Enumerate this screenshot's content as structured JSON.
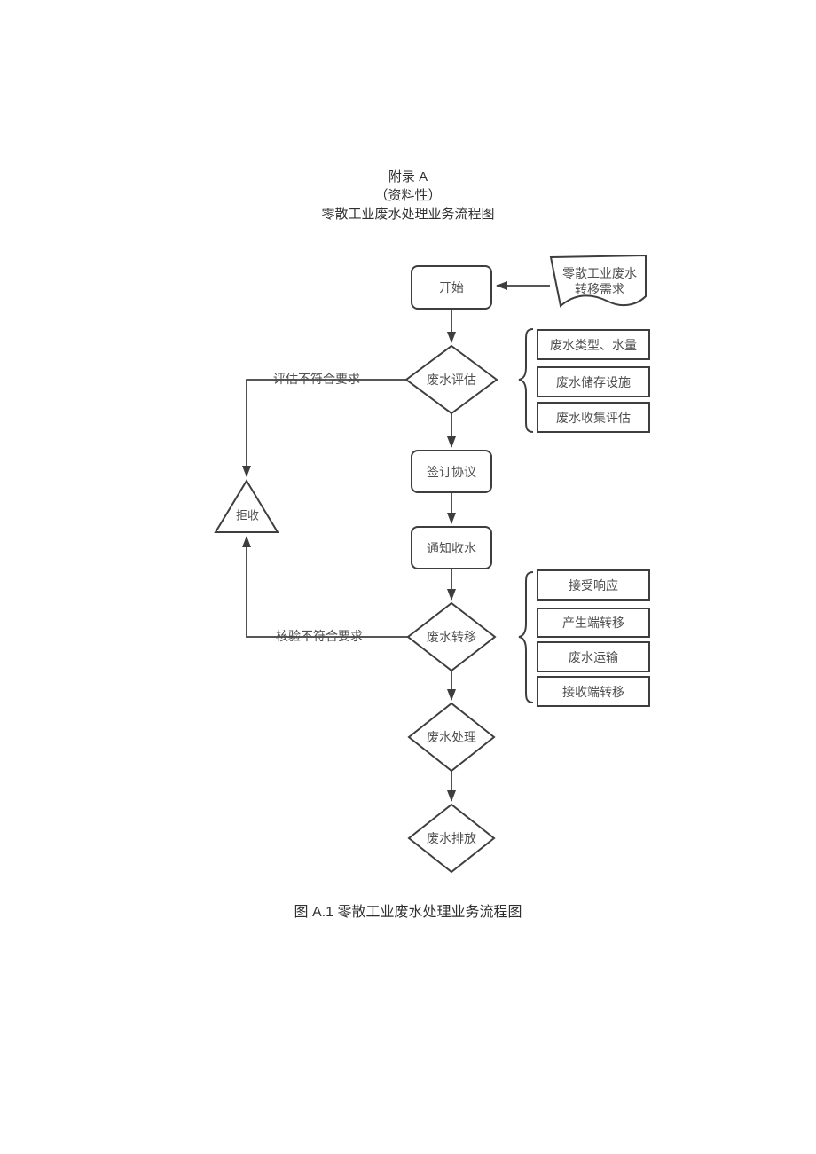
{
  "page": {
    "title_annex": "附录 A",
    "title_informative": "（资料性）",
    "title_main": "零散工业废水处理业务流程图",
    "figure_caption": "图 A.1 零散工业废水处理业务流程图"
  },
  "flowchart": {
    "start_label": "开始",
    "demand_doc_line1": "零散工业废水",
    "demand_doc_line2": "转移需求",
    "eval_decision": "废水评估",
    "eval_items": [
      "废水类型、水量",
      "废水储存设施",
      "废水收集评估"
    ],
    "sign_agreement": "签订协议",
    "notify_water": "通知收水",
    "transfer_decision": "废水转移",
    "transfer_items": [
      "接受响应",
      "产生端转移",
      "废水运输",
      "接收端转移"
    ],
    "treatment": "废水处理",
    "discharge": "废水排放",
    "reject": "拒收",
    "eval_fail_label": "评估不符合要求",
    "verify_fail_label": "核验不符合要求"
  },
  "colors": {
    "line": "#3e3e3e",
    "shape_text": "#4f4f4f",
    "title_text": "#303030",
    "background": "#ffffff"
  }
}
